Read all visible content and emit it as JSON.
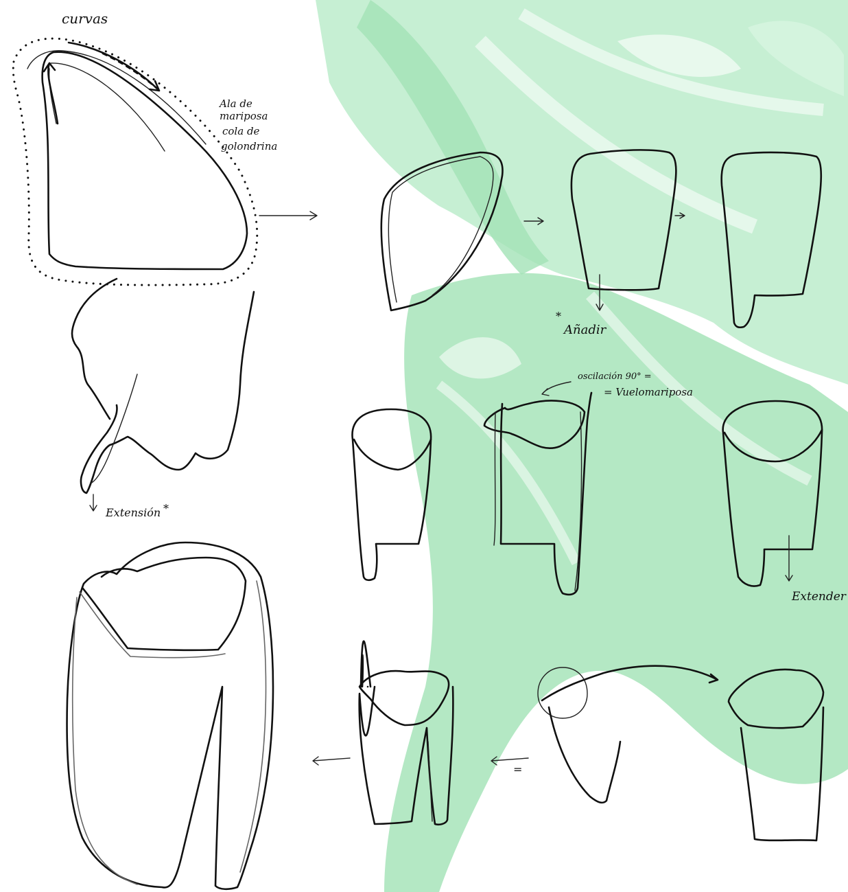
{
  "background": {
    "paper": "#ffffff",
    "butterfly_tint": "#b9ebc9",
    "butterfly_shadow": "#8fdcaa",
    "ink": "#111111"
  },
  "labels": {
    "curvas": "curvas",
    "ala_line1": "Ala de",
    "ala_line2": "mariposa",
    "ala_line3": "cola de",
    "ala_line4": "golondrina",
    "anadir": "Añadir",
    "oscilacion": "oscilación 90° =",
    "vuelo": "= Vuelomariposa",
    "extension": "Extensión",
    "extender": "Extender",
    "asterisk": "*",
    "equals": "="
  }
}
